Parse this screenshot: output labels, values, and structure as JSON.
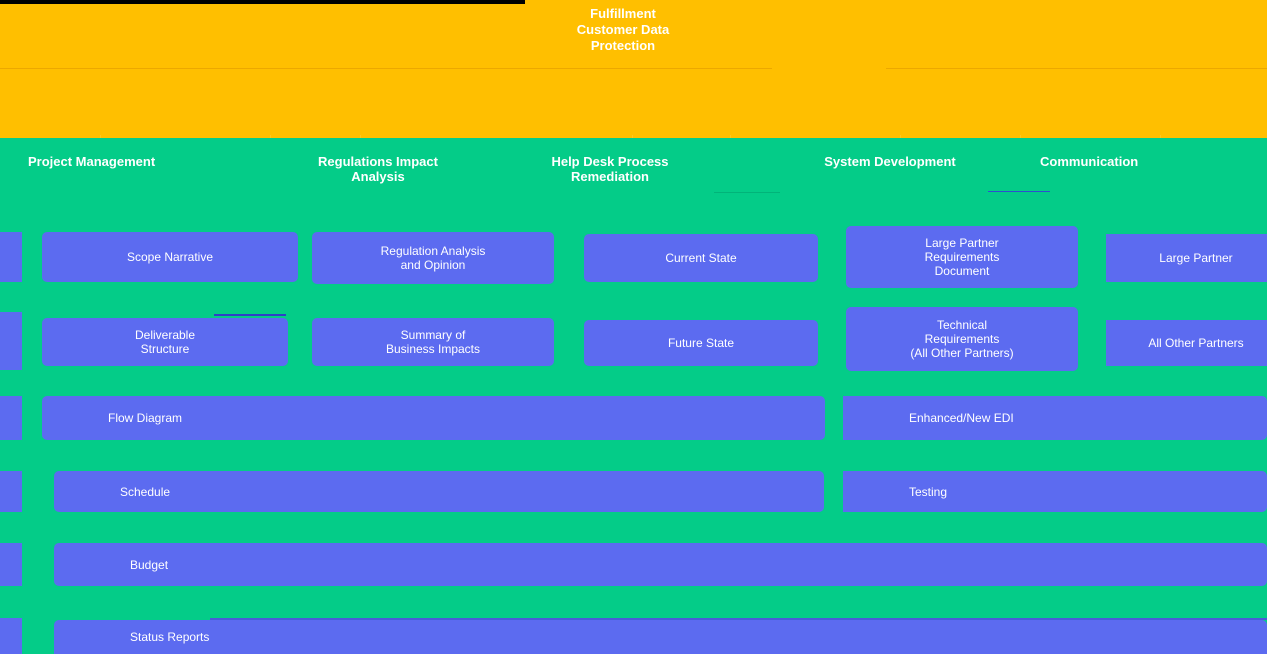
{
  "banner": {
    "title": "Fulfillment\nCustomer Data\nProtection",
    "background": "#ffbf00",
    "text_color": "#ffffff"
  },
  "colors": {
    "banner_yellow": "#ffbf00",
    "column_green": "#04cc88",
    "task_blue": "#5c6bf0",
    "rule_black": "#000000",
    "text_white": "#ffffff"
  },
  "columns": [
    {
      "label": "Project Management",
      "align": "left"
    },
    {
      "label": "Regulations Impact\nAnalysis",
      "align": "center"
    },
    {
      "label": "Help Desk Process\nRemediation",
      "align": "center"
    },
    {
      "label": "System Development",
      "align": "center"
    },
    {
      "label": "Communication",
      "align": "left"
    }
  ],
  "tasks": {
    "row1": [
      {
        "label": ""
      },
      {
        "label": "Scope Narrative"
      },
      {
        "label": "Regulation Analysis\nand Opinion"
      },
      {
        "label": "Current State"
      },
      {
        "label": "Large Partner\nRequirements\nDocument"
      },
      {
        "label": "Large Partner"
      }
    ],
    "row2": [
      {
        "label": ""
      },
      {
        "label": "Deliverable\nStructure"
      },
      {
        "label": "Summary of\nBusiness Impacts"
      },
      {
        "label": "Future State"
      },
      {
        "label": "Technical\nRequirements\n(All Other Partners)"
      },
      {
        "label": "All Other Partners"
      }
    ],
    "row3": [
      {
        "label": ""
      },
      {
        "label": "Flow Diagram"
      },
      {
        "label": "Enhanced/New EDI"
      }
    ],
    "row4": [
      {
        "label": ""
      },
      {
        "label": "Schedule"
      },
      {
        "label": "Testing"
      }
    ],
    "row5": [
      {
        "label": ""
      },
      {
        "label": "Budget"
      }
    ],
    "row6": [
      {
        "label": ""
      },
      {
        "label": "Status Reports"
      }
    ]
  }
}
